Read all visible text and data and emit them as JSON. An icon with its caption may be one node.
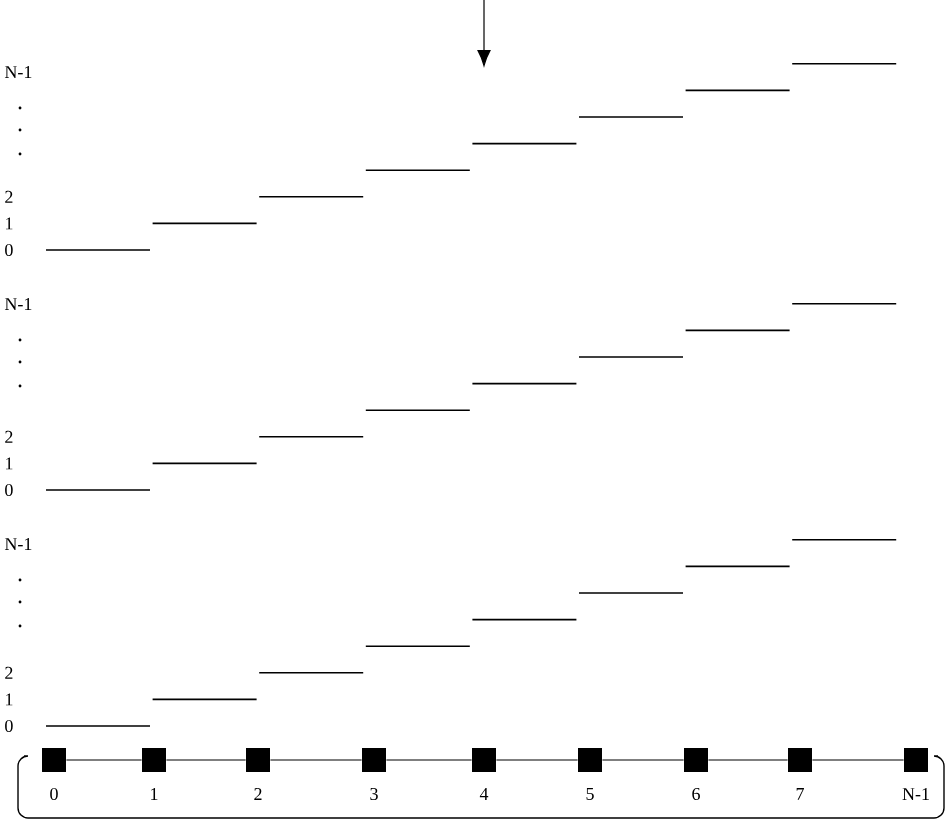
{
  "diagram": {
    "nodes": [
      {
        "text": [],
        "shape": "box",
        "beside": [
          "0"
        ]
      },
      {
        "text": [],
        "shape": "box",
        "beside": [
          "1"
        ]
      },
      {
        "text": [],
        "shape": "box",
        "beside": [
          "2"
        ]
      },
      {
        "text": [],
        "shape": "box",
        "beside": [
          "3"
        ]
      },
      {
        "text": [],
        "shape": "box",
        "beside": [
          "4"
        ]
      },
      {
        "text": [],
        "shape": "box",
        "beside": [
          "5"
        ]
      },
      {
        "text": [],
        "shape": "box",
        "beside": [
          "6"
        ]
      },
      {
        "text": [],
        "shape": "box",
        "beside": [
          "7"
        ]
      },
      {
        "text": [],
        "shape": "box",
        "beside": [
          "N-1"
        ]
      }
    ],
    "edges": [
      {
        "from": 0,
        "to": 1,
        "arrow": "none"
      },
      {
        "from": 1,
        "to": 2,
        "arrow": "none"
      },
      {
        "from": 2,
        "to": 3,
        "arrow": "none"
      },
      {
        "from": 3,
        "to": 4,
        "arrow": "none"
      },
      {
        "from": 4,
        "to": 5,
        "arrow": "none"
      },
      {
        "from": 5,
        "to": 6,
        "arrow": "none"
      },
      {
        "from": 6,
        "to": 7,
        "arrow": "none"
      },
      {
        "from": 7,
        "to": 8,
        "arrow": "none"
      }
    ],
    "labels": [
      "N-1",
      "2",
      "1",
      "0",
      "N-1",
      "2",
      "1",
      "0",
      "N-1",
      "2",
      "1",
      "0"
    ]
  }
}
